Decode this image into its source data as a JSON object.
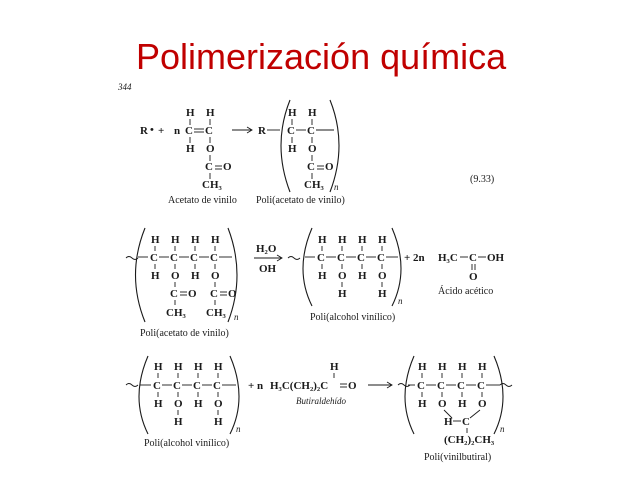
{
  "slide": {
    "title": "Polimerización química",
    "page_number": "344",
    "equation_number": "(9.33)"
  },
  "reactions": {
    "r1": {
      "initiator": "R",
      "monomer_coef": "n",
      "monomer_name": "Acetato de vinilo",
      "product_name": "Poli(acetato de vinilo)"
    },
    "r2": {
      "reactant_name": "Poli(acetato de vinilo)",
      "reagent_top": "H₂O",
      "reagent_bottom": "OH",
      "product_name": "Poli(alcohol vinílico)",
      "byproduct_coef": "+ 2n",
      "byproduct_name": "Ácido acético"
    },
    "r3": {
      "reactant_name": "Poli(alcohol vinílico)",
      "reagent_coef": "+ n",
      "reagent_name": "Butiraldehído",
      "product_name": "Poli(vinilbutiral)"
    }
  },
  "colors": {
    "title": "#c00000",
    "ink": "#1a1a1a"
  }
}
